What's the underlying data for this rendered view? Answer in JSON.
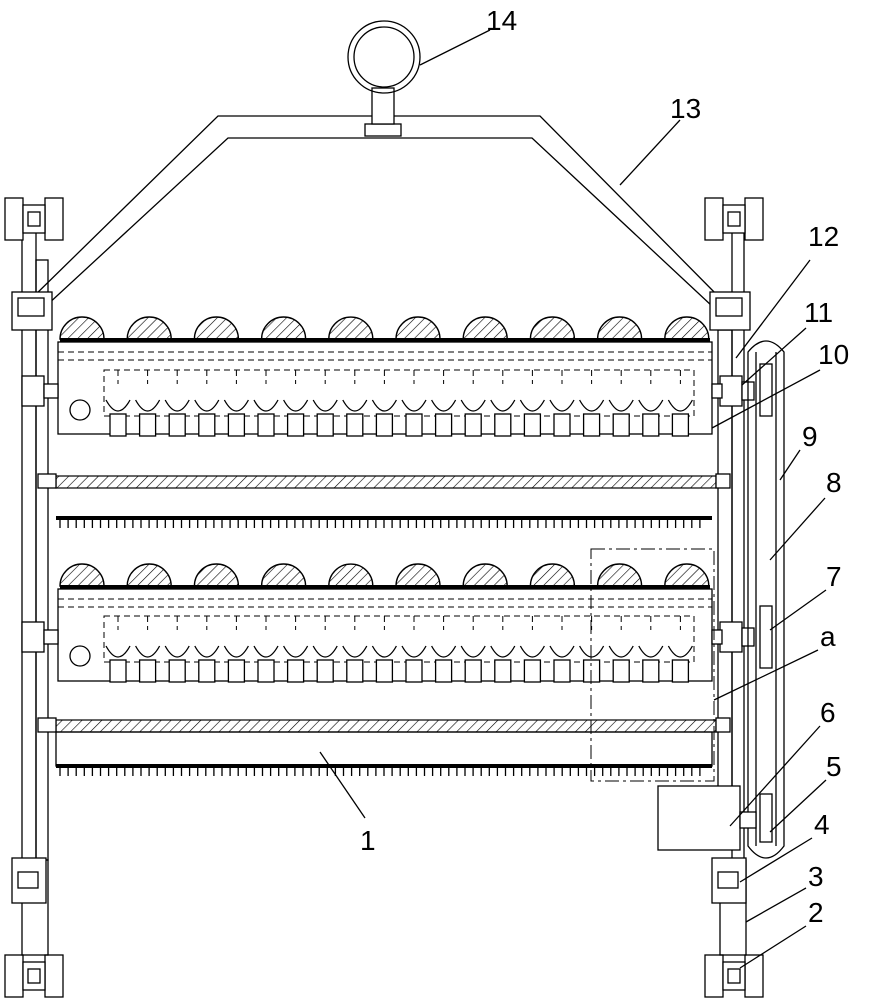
{
  "callouts": [
    {
      "id": "c14",
      "text": "14"
    },
    {
      "id": "c13",
      "text": "13"
    },
    {
      "id": "c12",
      "text": "12"
    },
    {
      "id": "c11",
      "text": "11"
    },
    {
      "id": "c10",
      "text": "10"
    },
    {
      "id": "c9",
      "text": "9"
    },
    {
      "id": "c8",
      "text": "8"
    },
    {
      "id": "c7",
      "text": "7"
    },
    {
      "id": "ca",
      "text": "a"
    },
    {
      "id": "c6",
      "text": "6"
    },
    {
      "id": "c5",
      "text": "5"
    },
    {
      "id": "c4",
      "text": "4"
    },
    {
      "id": "c3",
      "text": "3"
    },
    {
      "id": "c2",
      "text": "2"
    },
    {
      "id": "c1",
      "text": "1"
    }
  ]
}
